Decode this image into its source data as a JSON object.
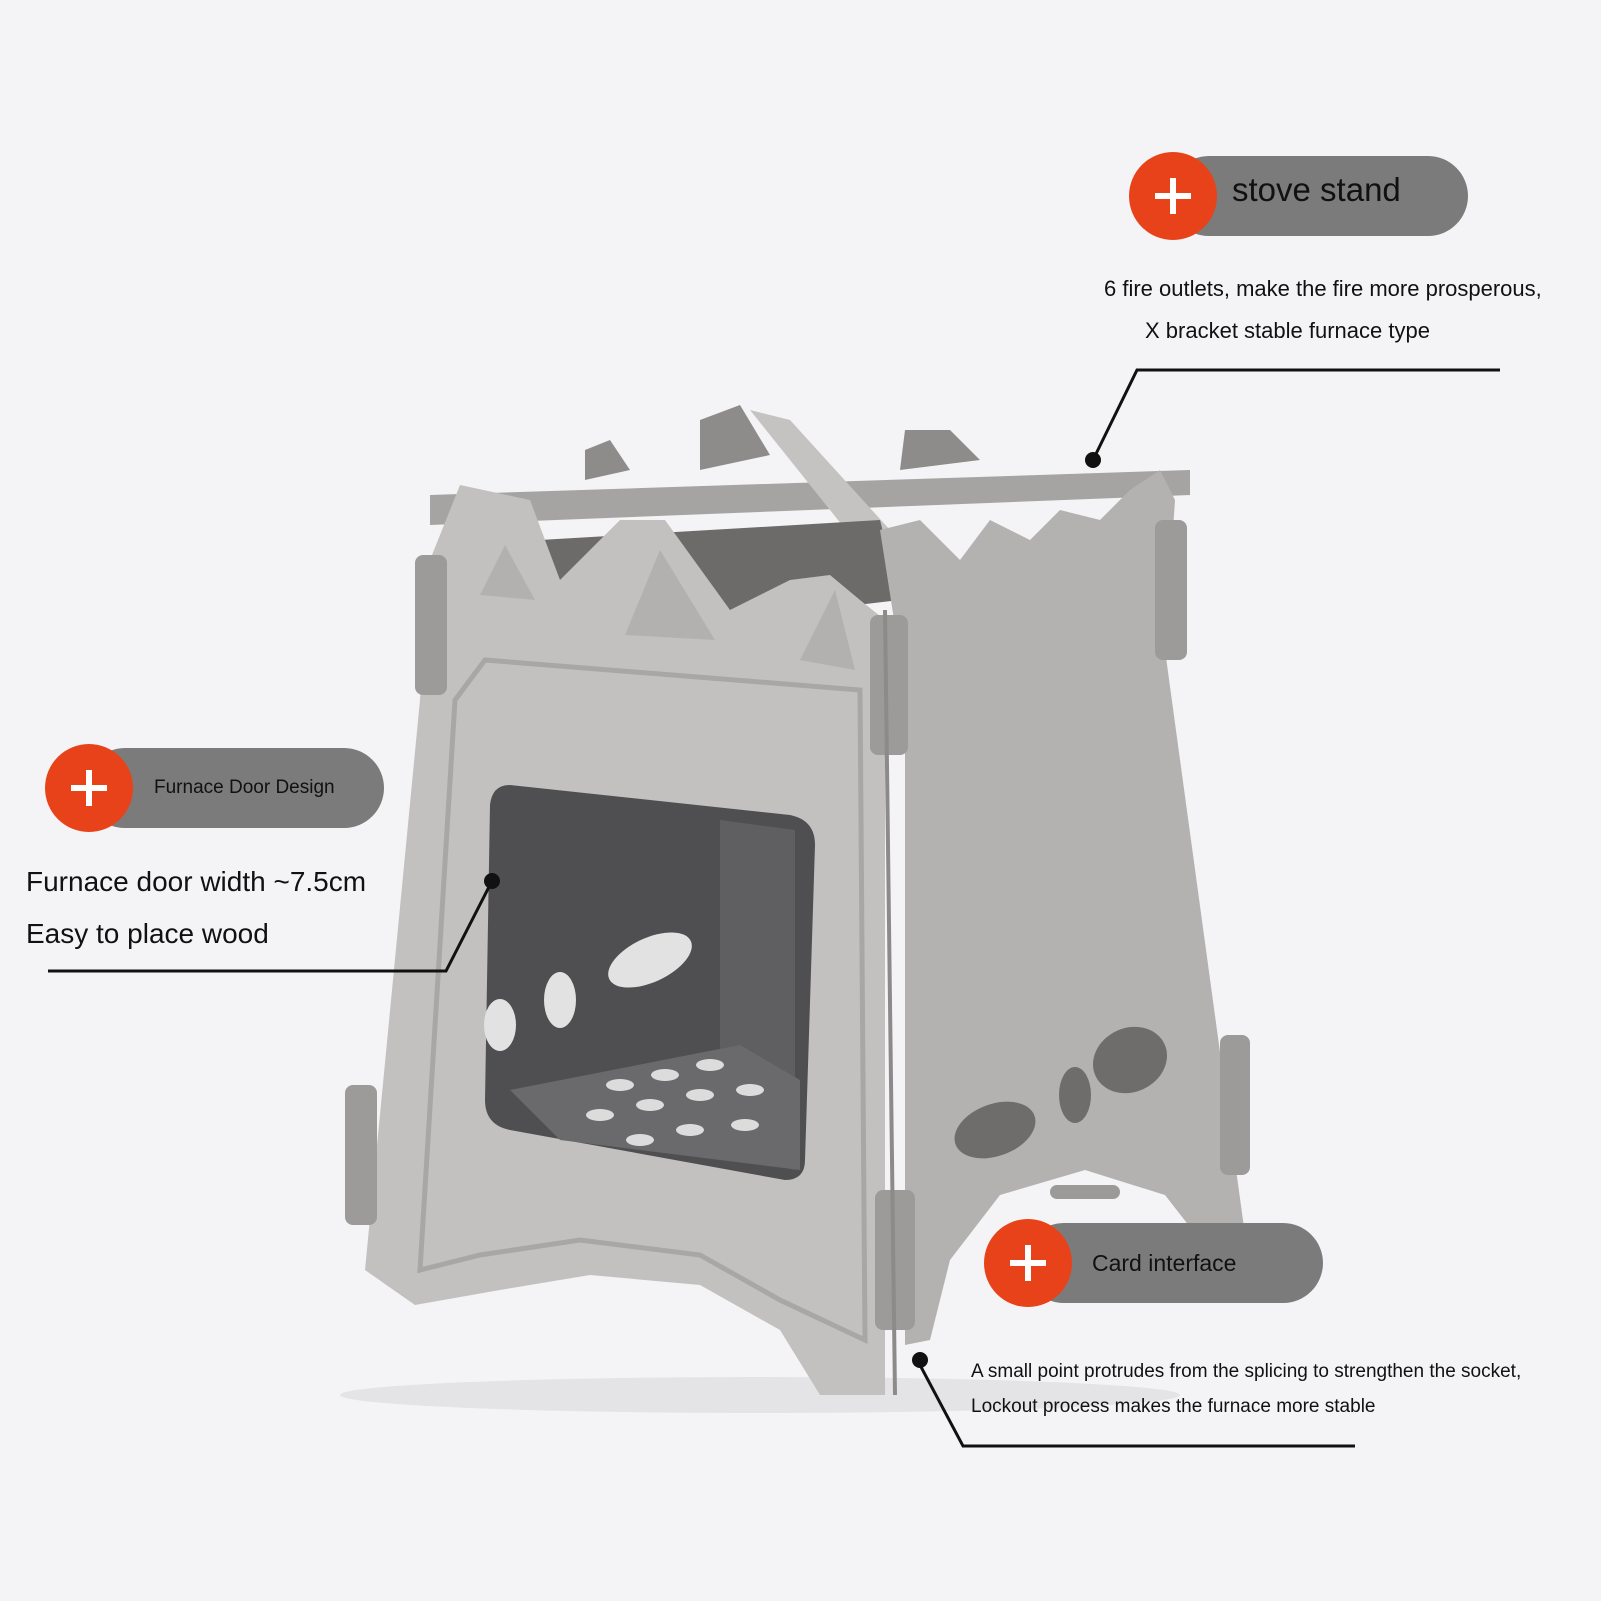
{
  "callouts": {
    "stove_stand": {
      "title": "stove stand",
      "line1": "6 fire outlets, make the fire more prosperous,",
      "line2": "X bracket stable furnace type"
    },
    "furnace_door": {
      "title": "Furnace Door Design",
      "line1": "Furnace door width ~7.5cm",
      "line2": "Easy to place wood"
    },
    "card_interface": {
      "title": "Card interface",
      "line1": "A small point protrudes from the splicing to strengthen the socket,",
      "line2": "Lockout process makes the furnace more stable"
    }
  },
  "colors": {
    "background": "#f4f4f6",
    "badge_pill": "#7b7b7b",
    "badge_plus": "#e8421a",
    "stove_metal": "#b9b7b5",
    "stove_shadow": "#8c8a88",
    "stove_interior": "#5d5d5f"
  }
}
